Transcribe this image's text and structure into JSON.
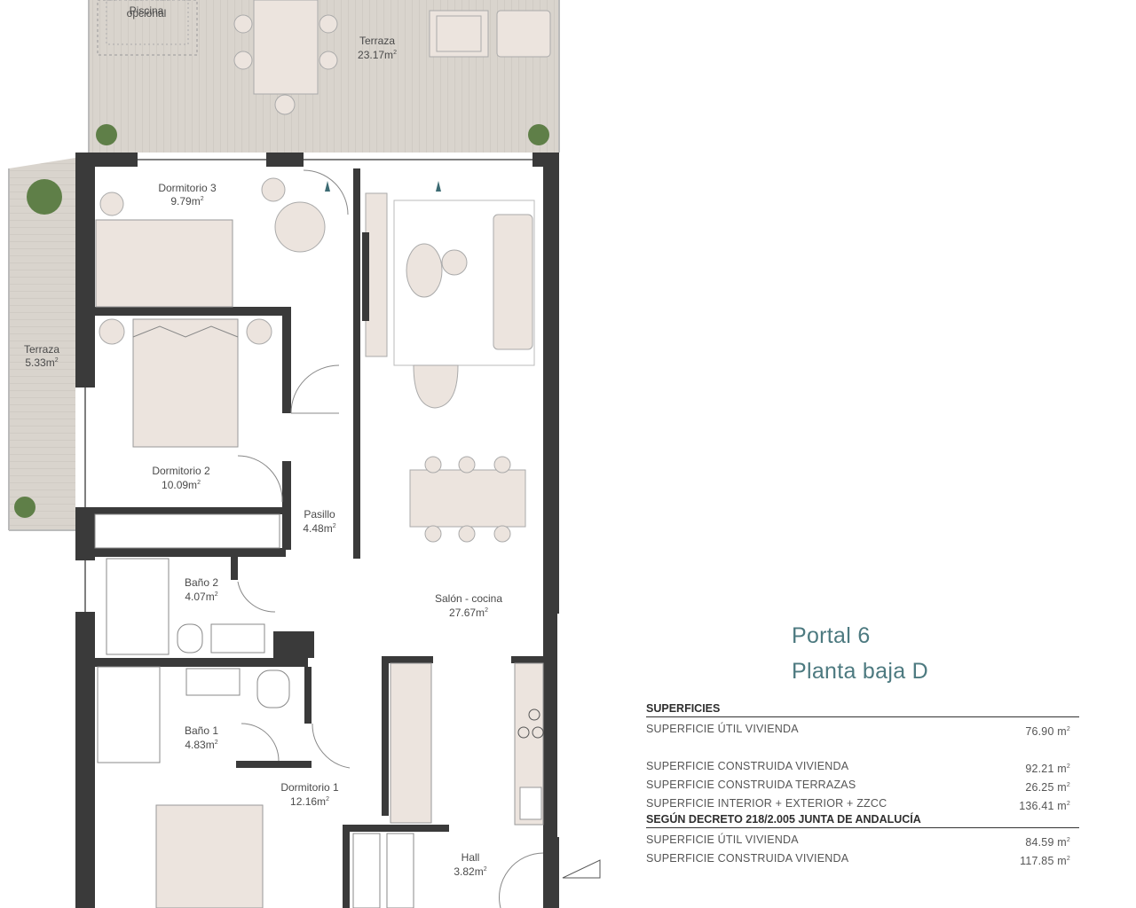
{
  "rooms": {
    "piscina_1": "Piscina",
    "piscina_2": "opcional",
    "terraza_top_name": "Terraza",
    "terraza_top_area": "23.17m",
    "terraza_left_name": "Terraza",
    "terraza_left_area": "5.33m",
    "dormitorio3_name": "Dormitorio 3",
    "dormitorio3_area": "9.79m",
    "dormitorio2_name": "Dormitorio 2",
    "dormitorio2_area": "10.09m",
    "pasillo_name": "Pasillo",
    "pasillo_area": "4.48m",
    "bano2_name": "Baño 2",
    "bano2_area": "4.07m",
    "bano1_name": "Baño 1",
    "bano1_area": "4.83m",
    "dormitorio1_name": "Dormitorio 1",
    "dormitorio1_area": "12.16m",
    "salon_name": "Salón - cocina",
    "salon_area": "27.67m",
    "hall_name": "Hall",
    "hall_area": "3.82m",
    "sup_mark": "2"
  },
  "header": {
    "portal": "Portal 6",
    "planta": "Planta baja D"
  },
  "table": {
    "section1": "SUPERFICIES",
    "r1_label": "SUPERFICIE ÚTIL VIVIENDA",
    "r1_value": "76.90 m",
    "r2_label": "SUPERFICIE CONSTRUIDA VIVIENDA",
    "r2_value": "92.21 m",
    "r3_label": "SUPERFICIE CONSTRUIDA TERRAZAS",
    "r3_value": "26.25 m",
    "r4_label": "SUPERFICIE INTERIOR + EXTERIOR + ZZCC",
    "r4_value": "136.41 m",
    "section2": "SEGÚN DECRETO 218/2.005 JUNTA DE ANDALUCÍA",
    "r5_label": "SUPERFICIE ÚTIL VIVIENDA",
    "r5_value": "84.59 m",
    "r6_label": "SUPERFICIE CONSTRUIDA VIVIENDA",
    "r6_value": "117.85 m",
    "sup_mark": "2"
  },
  "colors": {
    "wall": "#3a3a3a",
    "terrace": "#d9d4cd",
    "furniture": "#ece4de",
    "accent": "#4d7a80",
    "plant": "#5f7f48"
  }
}
